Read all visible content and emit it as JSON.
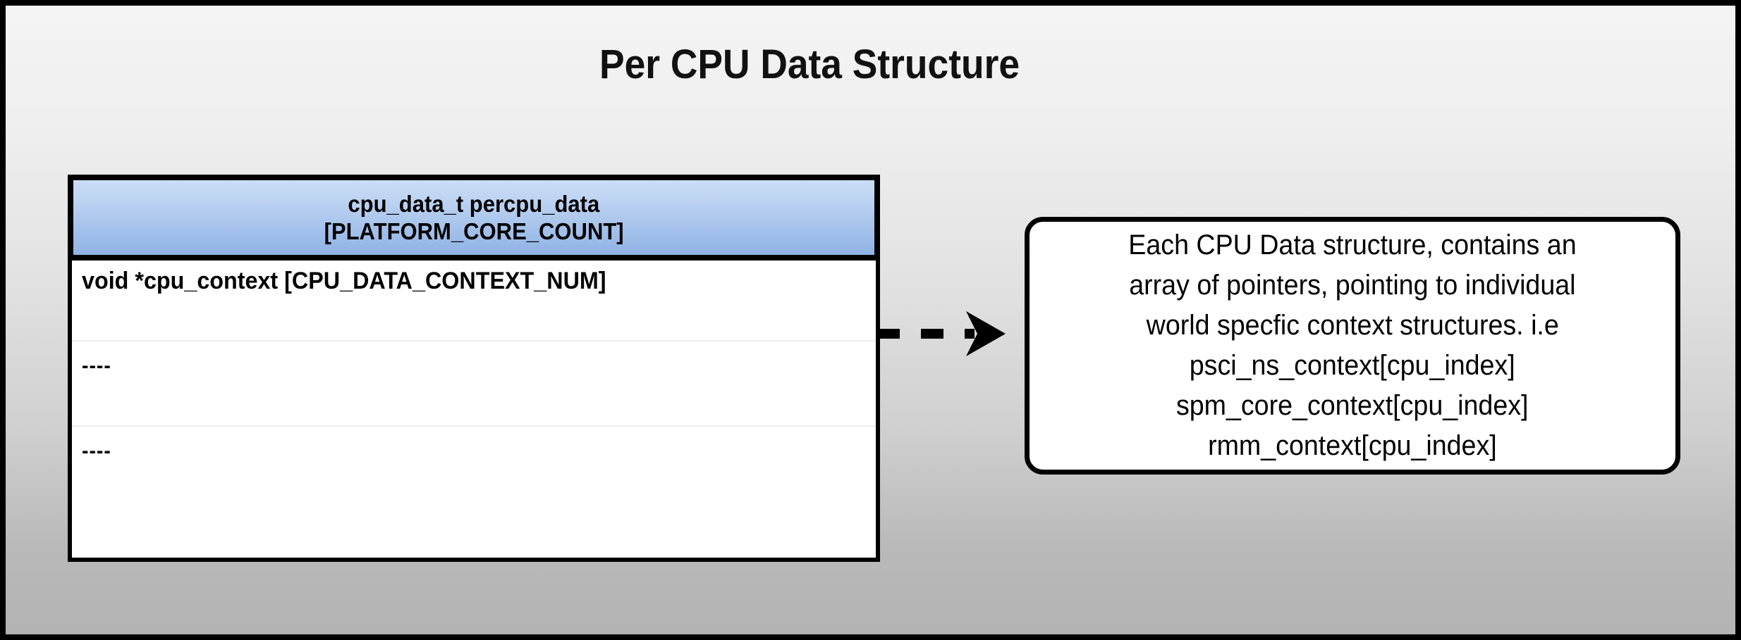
{
  "page": {
    "title": "Per CPU Data Structure",
    "background_top_color": "#f4f4f4",
    "background_bottom_color": "#b3b3b3",
    "border_color": "#000000"
  },
  "struct_table": {
    "header": {
      "line1": "cpu_data_t percpu_data",
      "line2": "[PLATFORM_CORE_COUNT]",
      "gradient_top_color": "#cbdcf6",
      "gradient_bottom_color": "#8fb2e4"
    },
    "rows": [
      {
        "text": "void *cpu_context [CPU_DATA_CONTEXT_NUM]"
      },
      {
        "text": "----"
      },
      {
        "text": "----"
      }
    ]
  },
  "connector": {
    "style": "dashed",
    "arrowhead": "right",
    "color": "#000000"
  },
  "callout": {
    "lines": [
      "Each CPU Data structure, contains an",
      "array of pointers, pointing to individual",
      "world specfic context structures. i.e",
      "psci_ns_context[cpu_index]",
      "spm_core_context[cpu_index]",
      "rmm_context[cpu_index]"
    ]
  }
}
